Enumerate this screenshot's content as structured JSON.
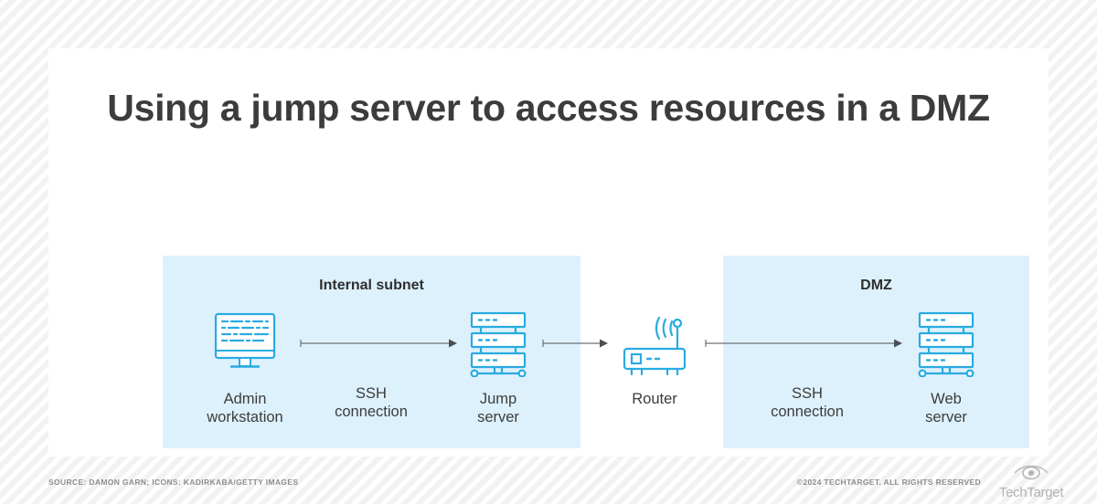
{
  "title": "Using a jump server to access resources in a DMZ",
  "colors": {
    "accent_icon": "#29abe2",
    "zone_fill": "#ddf1fc",
    "text": "#3c3c3c",
    "arrow": "#6b7075",
    "footer_text": "#8d8d8d",
    "page_stripe": "#f2f2f2"
  },
  "zones": [
    {
      "id": "internal",
      "title": "Internal subnet"
    },
    {
      "id": "dmz",
      "title": "DMZ"
    }
  ],
  "nodes": [
    {
      "id": "admin",
      "label": "Admin\nworkstation",
      "icon": "monitor-icon"
    },
    {
      "id": "jump",
      "label": "Jump\nserver",
      "icon": "server-rack-icon"
    },
    {
      "id": "router",
      "label": "Router",
      "icon": "router-icon"
    },
    {
      "id": "web",
      "label": "Web\nserver",
      "icon": "server-rack-icon"
    }
  ],
  "connections": [
    {
      "id": "ssh-1",
      "label": "SSH\nconnection",
      "from": "admin",
      "to": "jump"
    },
    {
      "id": "link-router",
      "label": "",
      "from": "jump",
      "to": "router"
    },
    {
      "id": "ssh-2",
      "label": "SSH\nconnection",
      "from": "router",
      "to": "web"
    }
  ],
  "footer": {
    "source": "SOURCE: DAMON GARN; ICONS: KADIRKABA/GETTY IMAGES",
    "rights": "©2024 TECHTARGET. ALL RIGHTS RESERVED",
    "logo_text": "TechTarget",
    "logo_icon": "eye-icon"
  }
}
